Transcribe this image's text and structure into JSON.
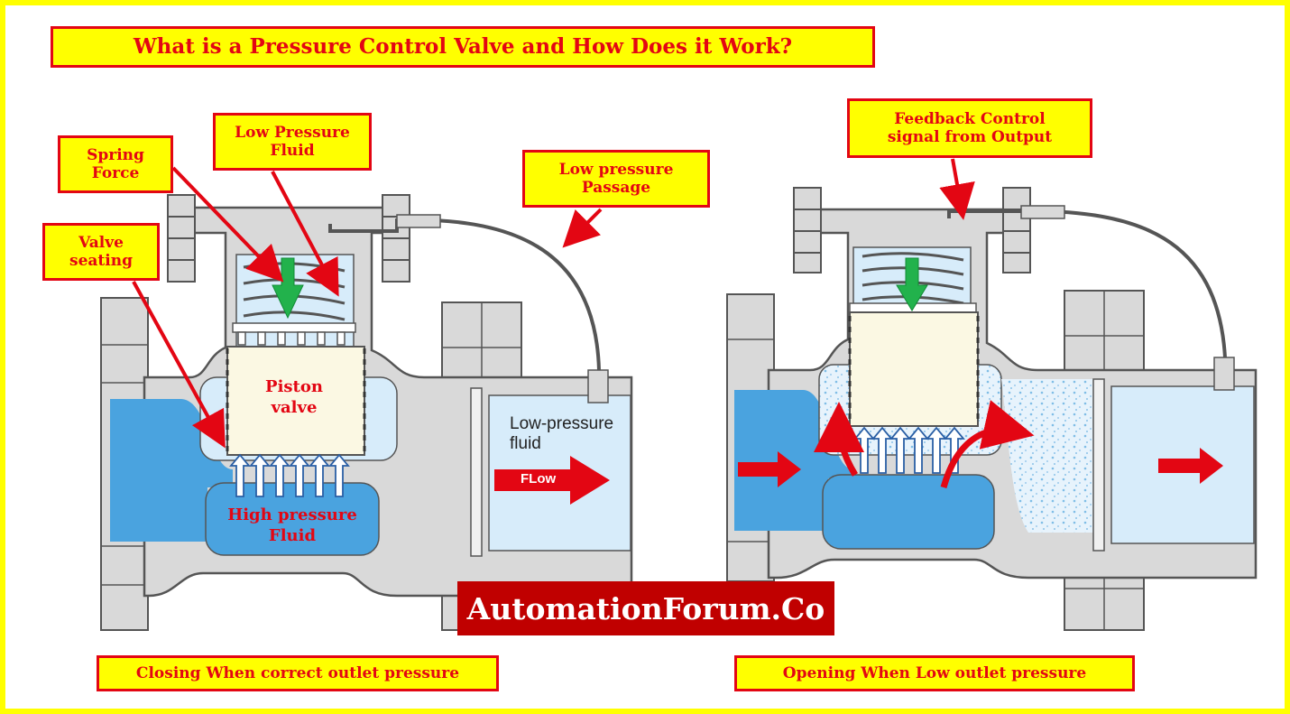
{
  "title": "What is a Pressure Control Valve and How Does it Work?",
  "labels": {
    "spring_force": [
      "Spring",
      "Force"
    ],
    "low_pressure_fluid": [
      "Low Pressure",
      "Fluid"
    ],
    "low_pressure_passage": [
      "Low pressure",
      "Passage"
    ],
    "valve_seating": [
      "Valve",
      "seating"
    ],
    "feedback_control": [
      "Feedback Control",
      "signal from Output"
    ]
  },
  "inner_text": {
    "piston_valve": [
      "Piston",
      "valve"
    ],
    "high_pressure_fluid": [
      "High pressure",
      "Fluid"
    ],
    "low_pressure_fluid_diagram": [
      "Low-pressure",
      "fluid"
    ],
    "flow": "FLow"
  },
  "captions": {
    "left": "Closing When correct outlet pressure",
    "right": "Opening When Low outlet pressure"
  },
  "brand": "AutomationForum.Co",
  "colors": {
    "accent_yellow": "#ffff00",
    "accent_red": "#e30613",
    "brand_bg": "#c00000",
    "body_gray": "#d9d9d9",
    "high_pressure_blue": "#4aa3df",
    "low_pressure_blue": "#d7ecfa",
    "piston_cream": "#fbf8e3",
    "spring_green": "#22b24c"
  }
}
